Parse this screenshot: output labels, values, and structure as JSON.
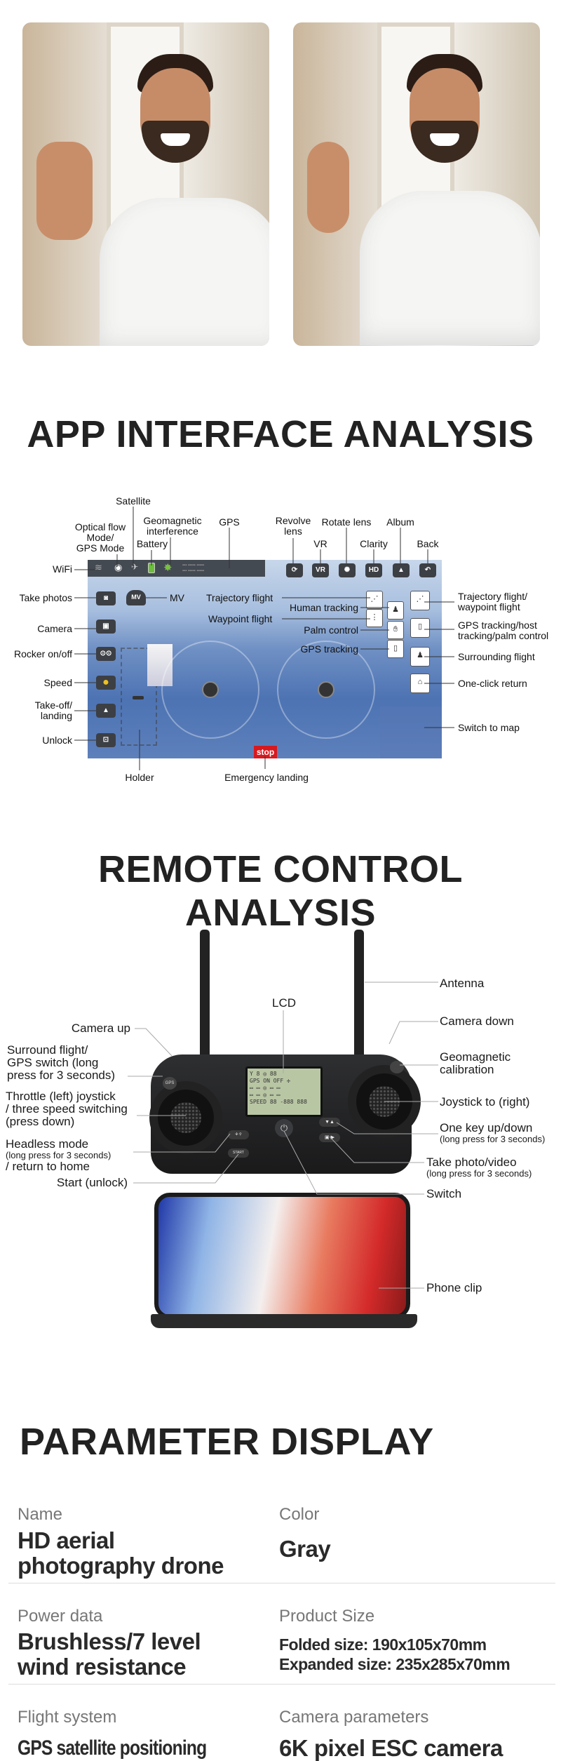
{
  "app_section": {
    "title": "APP INTERFACE ANALYSIS",
    "top_labels": {
      "satellite": "Satellite",
      "optical_flow": [
        "Optical flow",
        "Mode/",
        "GPS Mode"
      ],
      "geomagnetic": [
        "Geomagnetic",
        "interference"
      ],
      "battery": "Battery",
      "gps": "GPS",
      "revolve_lens": [
        "Revolve",
        "lens"
      ],
      "vr": "VR",
      "rotate_lens": "Rotate lens",
      "clarity": "Clarity",
      "album": "Album",
      "back": "Back"
    },
    "left_labels": {
      "wifi": "WiFi",
      "take_photos": "Take photos",
      "camera": "Camera",
      "rocker": "Rocker on/off",
      "speed": "Speed",
      "takeoff": [
        "Take-off/",
        "landing"
      ],
      "unlock": "Unlock"
    },
    "inner_labels": {
      "mv": "MV",
      "trajectory": "Trajectory flight",
      "waypoint": "Waypoint flight",
      "human_tracking": "Human tracking",
      "palm_control": "Palm control",
      "gps_tracking": "GPS tracking"
    },
    "right_labels": {
      "traj_waypoint": [
        "Trajectory flight/",
        "waypoint flight"
      ],
      "gps_host_palm": [
        "GPS tracking/host",
        "tracking/palm control"
      ],
      "surrounding": "Surrounding flight",
      "one_click_return": "One-click return",
      "switch_map": "Switch to map"
    },
    "bottom_labels": {
      "holder": "Holder",
      "emergency": "Emergency landing"
    },
    "icons": {
      "mv_icon_text": "MV",
      "vr_icon_text": "VR",
      "hd_icon_text": "HD",
      "stop_button": "stop"
    },
    "stop_color": "#d7191f"
  },
  "remote_section": {
    "title": "REMOTE CONTROL ANALYSIS",
    "labels": {
      "lcd": "LCD",
      "antenna": "Antenna",
      "camera_up": "Camera up",
      "camera_down": "Camera down",
      "surround": [
        "Surround flight/",
        "GPS switch (long",
        "press for 3 seconds)"
      ],
      "geomagnetic": [
        "Geomagnetic",
        "calibration"
      ],
      "throttle": [
        "Throttle (left) joystick",
        "/ three speed switching",
        "(press down)"
      ],
      "joystick_right": "Joystick to (right)",
      "headless": [
        "Headless mode",
        "(long press for 3 seconds)",
        "/ return to home"
      ],
      "one_key": [
        "One key up/down",
        "(long press for 3 seconds)"
      ],
      "start": "Start (unlock)",
      "take_photo": [
        "Take photo/video",
        "(long press for 3 seconds)"
      ],
      "switch": "Switch",
      "phone_clip": "Phone clip"
    },
    "buttons": {
      "start": "START",
      "gps": "GPS"
    }
  },
  "parameters": {
    "title": "PARAMETER DISPLAY",
    "rows": [
      [
        {
          "label": "Name",
          "value": [
            "HD aerial",
            "photography drone"
          ]
        },
        {
          "label": "Color",
          "value": [
            "Gray"
          ]
        }
      ],
      [
        {
          "label": "Power data",
          "value": [
            "Brushless/7 level",
            "wind resistance"
          ]
        },
        {
          "label": "Product Size",
          "value": [
            "Folded size: 190x105x70mm",
            "Expanded size: 235x285x70mm"
          ]
        }
      ],
      [
        {
          "label": "Flight system",
          "value": [
            "GPS satellite positioning"
          ]
        },
        {
          "label": "Camera parameters",
          "value": [
            "6K pixel ESC camera"
          ]
        }
      ]
    ]
  }
}
